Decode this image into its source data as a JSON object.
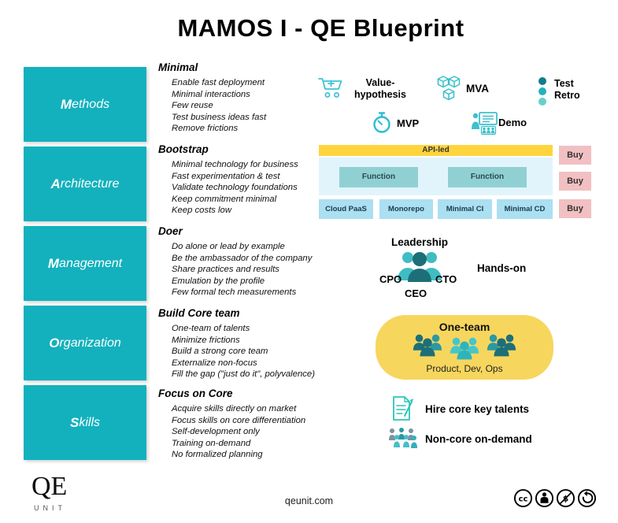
{
  "title": "MAMOS I - QE Blueprint",
  "pillars": [
    {
      "initial": "M",
      "rest": "ethods"
    },
    {
      "initial": "A",
      "rest": "rchitecture"
    },
    {
      "initial": "M",
      "rest": "anagement"
    },
    {
      "initial": "O",
      "rest": "rganization"
    },
    {
      "initial": "S",
      "rest": "kills"
    }
  ],
  "sections": [
    {
      "heading": "Minimal",
      "items": [
        "Enable fast deployment",
        "Minimal interactions",
        "Few reuse",
        "Test business ideas fast",
        "Remove frictions"
      ]
    },
    {
      "heading": "Bootstrap",
      "items": [
        "Minimal technology for business",
        "Fast experimentation & test",
        "Validate technology foundations",
        "Keep commitment minimal",
        "Keep costs low"
      ]
    },
    {
      "heading": "Doer",
      "items": [
        "Do alone or lead by example",
        "Be the ambassador of the company",
        "Share practices and results",
        "Emulation by the profile",
        "Few formal tech measurements"
      ]
    },
    {
      "heading": "Build Core team",
      "items": [
        "One-team of talents",
        "Minimize frictions",
        "Build a strong core team",
        "Externalize non-focus",
        "Fill the gap (\"just do it\", polyvalence)"
      ]
    },
    {
      "heading": "Focus on Core",
      "items": [
        "Acquire skills directly on market",
        "Focus skills on core differentiation",
        "Self-development only",
        "Training on-demand",
        "No formalized planning"
      ]
    }
  ],
  "methods_row": {
    "value_line1": "Value-",
    "value_line2": "hypothesis",
    "mva": "MVA",
    "test_line1": "Test",
    "test_line2": "Retro",
    "mvp": "MVP",
    "demo": "Demo"
  },
  "architecture_diagram": {
    "api_bar": "API-led",
    "function1": "Function",
    "function2": "Function",
    "foundation": [
      "Cloud PaaS",
      "Monorepo",
      "Minimal CI",
      "Minimal CD"
    ],
    "buy1": "Buy",
    "buy2": "Buy",
    "buy3": "Buy"
  },
  "management_diagram": {
    "heading": "Leadership",
    "cpo": "CPO",
    "cto": "CTO",
    "ceo": "CEO",
    "hands_on": "Hands-on"
  },
  "organization_diagram": {
    "heading": "One-team",
    "caption": "Product, Dev, Ops"
  },
  "skills_diagram": {
    "hire": "Hire core key talents",
    "noncore": "Non-core on-demand"
  },
  "footer": {
    "logo_main": "QE",
    "logo_sub": "UNIT",
    "website": "qeunit.com",
    "license_icons": [
      "cc",
      "by",
      "nc",
      "sa"
    ]
  },
  "colors": {
    "teal": "#13b1bd",
    "yellow": "#ffd43d",
    "panel_blue": "#e2f4fb",
    "function_teal": "#90d0d3",
    "foundation_blue": "#abdff2",
    "buy_pink": "#f2c0c2",
    "oneteam_yellow": "#f7d65e",
    "dark_person": "#1d6f77",
    "light_person": "#3fbfc4",
    "icon_teal": "#2fbfce"
  }
}
